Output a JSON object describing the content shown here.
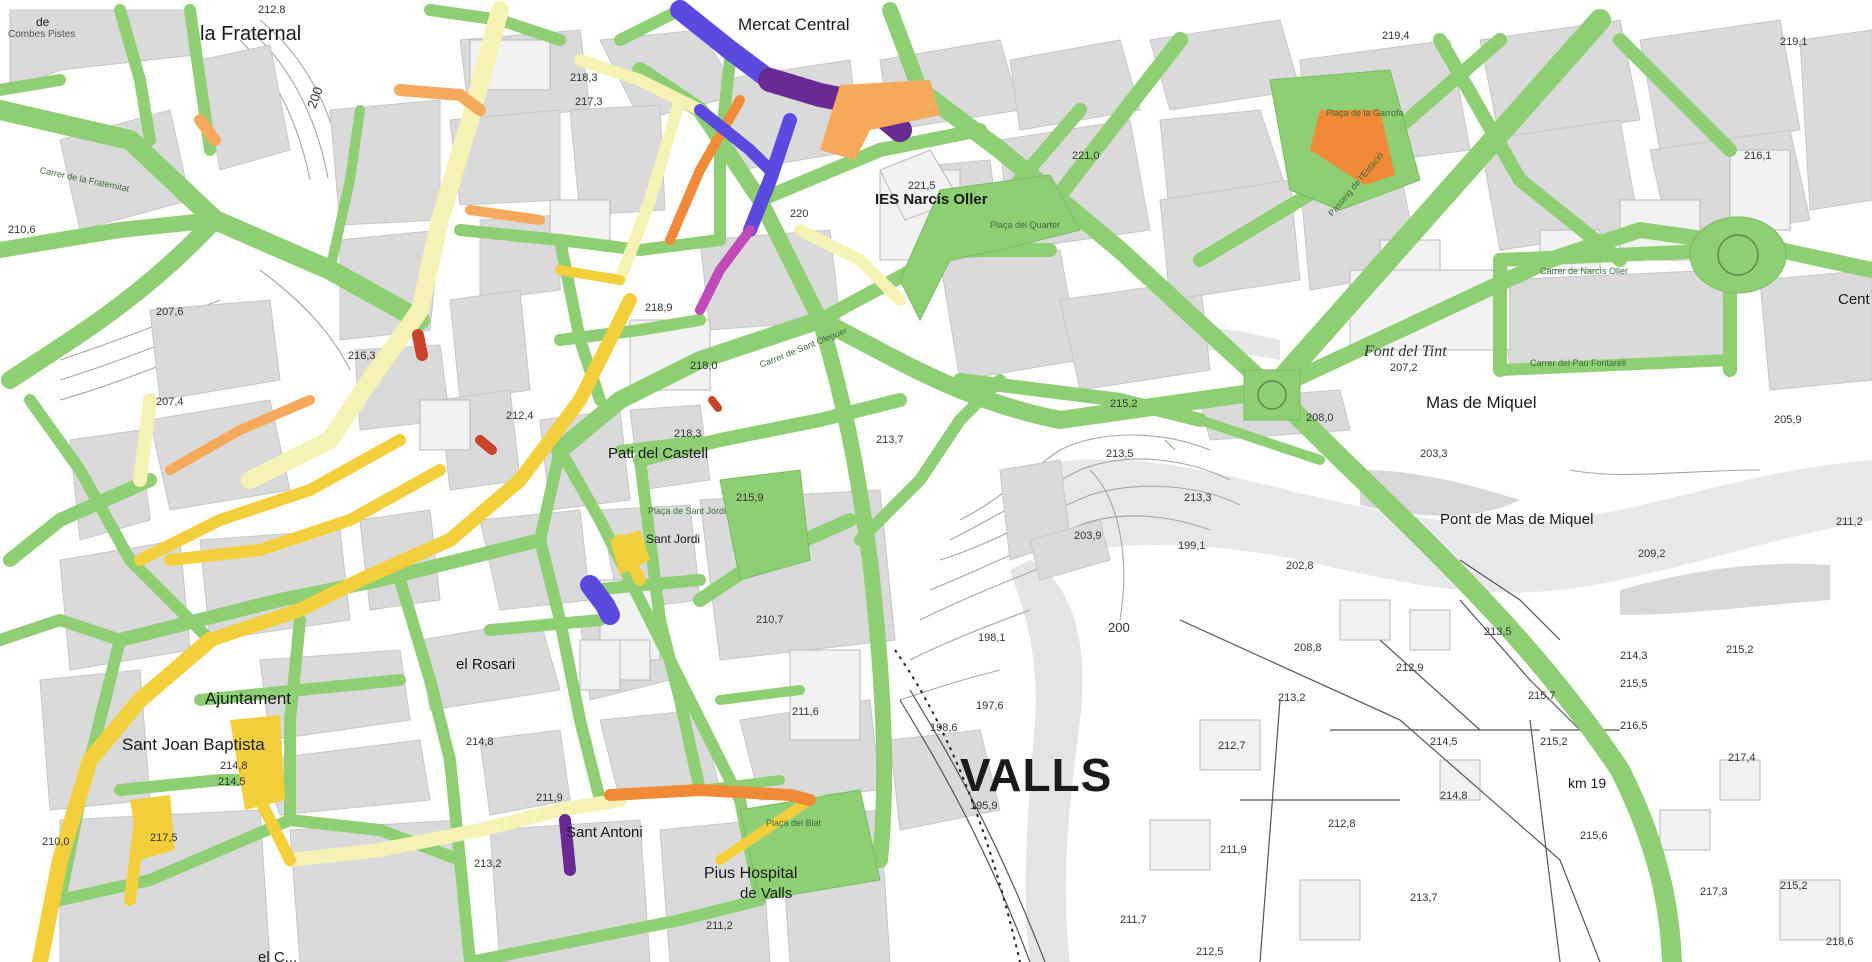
{
  "map": {
    "colors": {
      "background": "#ffffff",
      "block": "#dadada",
      "building": "#eeeeee",
      "green_street": "#8ecf73",
      "pale_yellow": "#f6f2b4",
      "yellow": "#f4cf3c",
      "orange": "#f08a36",
      "light_orange": "#f6a95a",
      "red": "#c8432a",
      "purple": "#6a2a94",
      "blue_purple": "#5a4ae0",
      "magenta": "#c04ab8",
      "contour": "#9a9a9a"
    },
    "labels": {
      "town": "VALLS",
      "fraternal": "la Fraternal",
      "mercat": "Mercat Central",
      "ies": "IES Narcís Oller",
      "mas_miquel": "Mas de Miquel",
      "pont_mas_miquel": "Pont de Mas de Miquel",
      "pati_castell": "Pati del Castell",
      "ajuntament": "Ajuntament",
      "sant_joan": "Sant Joan Baptista",
      "sant_antoni": "Sant Antoni",
      "pius": "Pius Hospital",
      "de_valls": "de Valls",
      "font_tint": "Font del Tint",
      "sant_jordi": "Sant Jordi",
      "rosari": "el Rosari",
      "km": "km 19",
      "cent": "Cent",
      "de": "de",
      "combes": "Combes Pistes",
      "del_c": "el C..."
    },
    "streets": {
      "fraternitat": "Carrer de la Fraternitat",
      "narcis_oller": "Carrer de Narcís Oller",
      "pau_fontarell": "Carrer del Pau Fontarell",
      "sant_oleguer": "Carrer de Sant Oleguer",
      "passeig": "Passeig de l'Estació",
      "placa_quarter": "Plaça del Quarter",
      "placa_garrofa": "Plaça de la Garrofa",
      "placa_sant_jordi": "Plaça de Sant Jordi",
      "placa_blat": "Plaça del Blat"
    },
    "spot_heights": {
      "h1": "212,8",
      "h2": "218,3",
      "h3": "217,3",
      "h4": "219,4",
      "h5": "219,1",
      "h6": "216,1",
      "h7": "221,0",
      "h8": "218,9",
      "h9": "218,0",
      "h10": "215,2",
      "h11": "213,3",
      "h12": "213,5",
      "h13": "208,0",
      "h14": "205,9",
      "h15": "203,3",
      "h16": "199,1",
      "h17": "203,9",
      "h18": "202,8",
      "h19": "209,2",
      "h20": "211,2",
      "h21": "198,1",
      "h22": "208,8",
      "h23": "213,5",
      "h24": "212,9",
      "h25": "215,7",
      "h26": "214,3",
      "h27": "215,5",
      "h28": "215,2",
      "h29": "213,2",
      "h30": "214,5",
      "h31": "215,2",
      "h32": "216,5",
      "h33": "217,4",
      "h34": "212,7",
      "h35": "214,8",
      "h36": "215,6",
      "h37": "217,3",
      "h38": "215,2",
      "h39": "218,6",
      "h40": "212,8",
      "h41": "211,9",
      "h42": "213,7",
      "h43": "211,7",
      "h44": "212,5",
      "h45": "195,9",
      "h46": "197,6",
      "h47": "198,6",
      "h48": "211,9",
      "h49": "213,2",
      "h50": "211,6",
      "h51": "210,7",
      "h52": "215,9",
      "h53": "213,7",
      "h54": "218,3",
      "h55": "214,8",
      "h56": "212,4",
      "h57": "216,3",
      "h58": "207,6",
      "h59": "207,4",
      "h60": "210,6",
      "h61": "217,5",
      "h62": "210,0",
      "h63": "214,8",
      "h64": "214,5",
      "h65": "211,2",
      "h66": "200",
      "h67": "200",
      "h68": "221,5",
      "h69": "220",
      "h70": "207,2"
    }
  }
}
